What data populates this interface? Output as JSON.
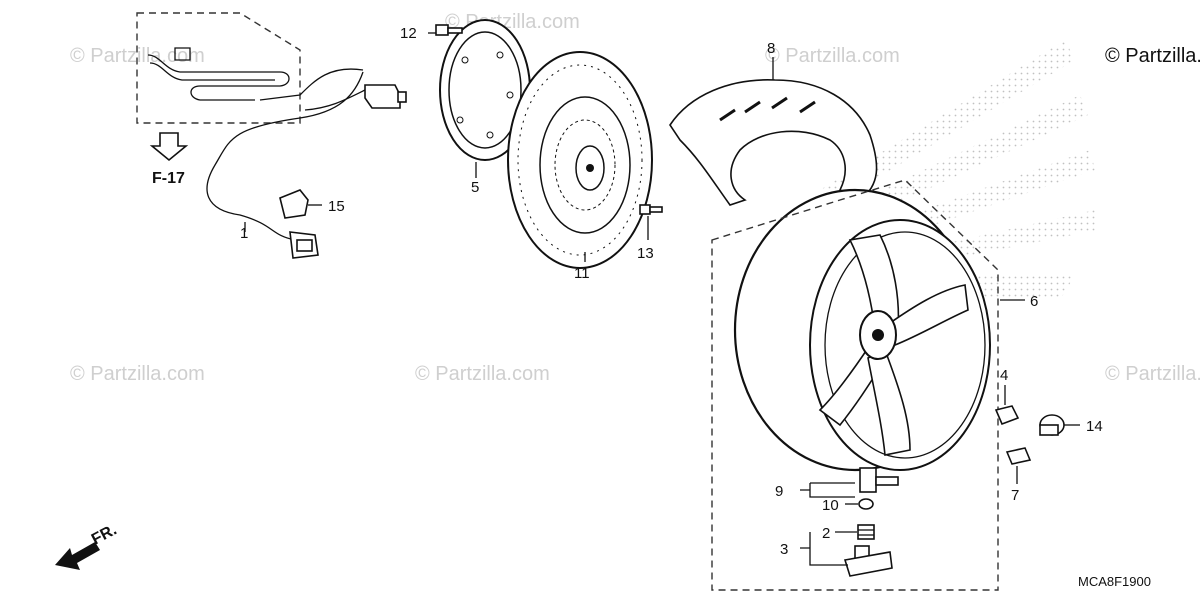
{
  "copyright": "© Partzilla.com",
  "watermark": "© Partzilla.com",
  "diagram_code": "MCA8F1900",
  "reference_label": "F-17",
  "direction_label": "FR.",
  "callouts": {
    "c1": "1",
    "c2": "2",
    "c3": "3",
    "c4": "4",
    "c5": "5",
    "c6": "6",
    "c7": "7",
    "c8": "8",
    "c9": "9",
    "c10": "10",
    "c11": "11",
    "c12": "12",
    "c13": "13",
    "c14": "14",
    "c15": "15"
  }
}
